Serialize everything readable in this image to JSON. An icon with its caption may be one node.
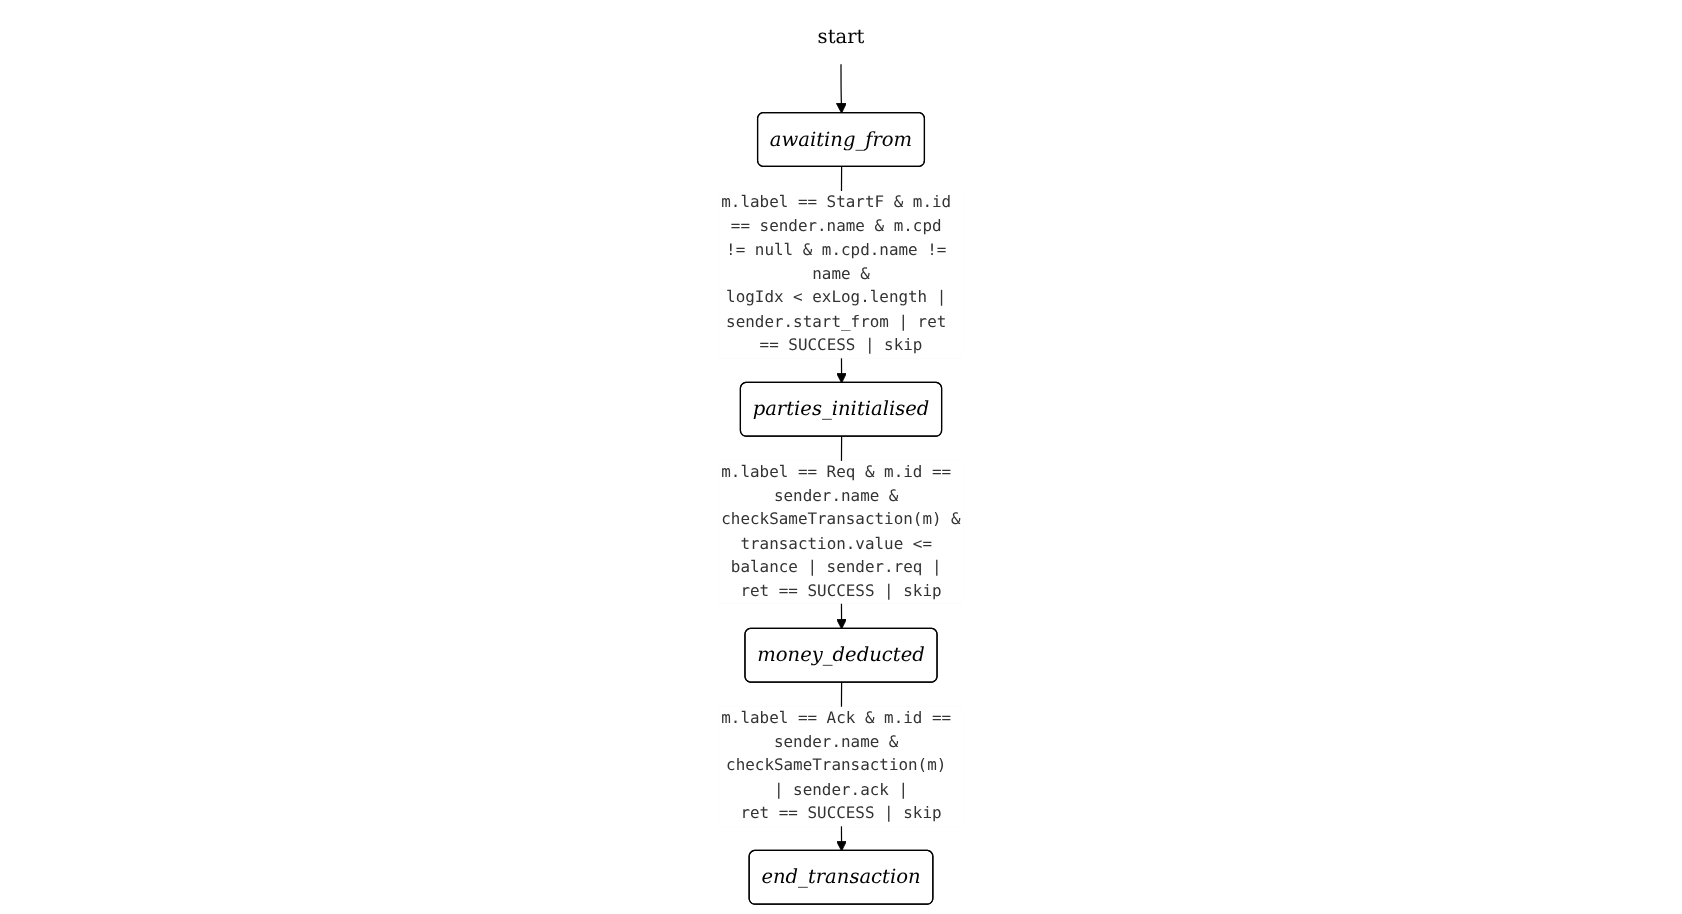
{
  "diagram": {
    "nodes": [
      {
        "text": [
          "start"
        ]
      },
      {
        "text": [
          "awaiting_from"
        ]
      },
      {
        "text": [
          "parties_initialised"
        ]
      },
      {
        "text": [
          "money_deducted"
        ]
      },
      {
        "text": [
          "end_transaction"
        ]
      }
    ],
    "edges": [
      {
        "from": 0,
        "to": 1,
        "arrow": "to"
      },
      {
        "from": 1,
        "to": 2,
        "arrow": "to",
        "label": "m.label == StartF & m.id == sender.name & m.cpd != null & m.cpd.name != name & logIdx < exLog.length | sender.start_from | ret == SUCCESS | skip"
      },
      {
        "from": 2,
        "to": 3,
        "arrow": "to",
        "label": "m.label == Req & m.id == sender.name & checkSameTransaction(m) & transaction.value <= balance | sender.req | ret == SUCCESS | skip"
      },
      {
        "from": 3,
        "to": 4,
        "arrow": "to",
        "label": "m.label == Ack & m.id == sender.name & checkSameTransaction(m) | sender.ack | ret == SUCCESS | skip"
      }
    ]
  }
}
